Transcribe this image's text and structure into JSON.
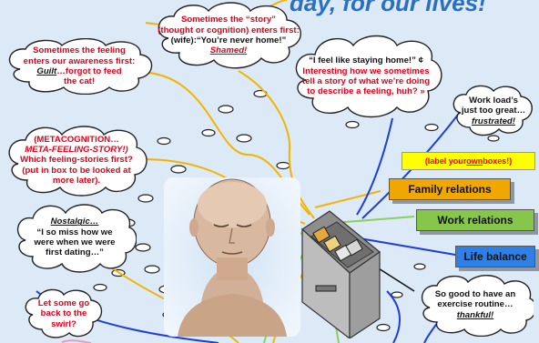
{
  "title": "day, for our lives!",
  "clouds": {
    "story": {
      "line1": "Sometimes the “story”",
      "line2": "(thought or cognition) enters first:",
      "line3": "(wife):“You’re never home!”",
      "line4": "Shamed!"
    },
    "feeling": {
      "line1": "Sometimes the feeling",
      "line2": "enters our awareness first:",
      "line3a": "Guilt",
      "line3b": "…forgot to feed",
      "line4": "the cat!"
    },
    "staying": {
      "line1": "“I feel like staying home!” ¢",
      "line2": "Interesting how we sometimes",
      "line3": "tell a story of what we’re doing",
      "line4": "to describe a feeling, huh? »"
    },
    "workload": {
      "line1": "Work load’s",
      "line2": "just too great…",
      "line3": "frustrated!"
    },
    "meta": {
      "line1": "(METACOGNITION…",
      "line2": "META-FEELING-STORY!)",
      "line3": "Which feeling-stories first?",
      "line4": "(put in box to be looked at",
      "line5": "more later)."
    },
    "nostalgic": {
      "line1": "Nostalgic…",
      "line2": "“I so miss how we",
      "line3": "were when we were",
      "line4": "first dating…”"
    },
    "swirl": {
      "line1": "Let some go",
      "line2": "back to the",
      "line3": "swirl?"
    },
    "exercise": {
      "line1": "So good to have an",
      "line2": "exercise routine…",
      "line3": "thankful!"
    }
  },
  "note": {
    "prefix": "(label your ",
    "own": "own",
    "suffix": " boxes!)"
  },
  "labels": {
    "family": "Family relations",
    "work": "Work relations",
    "life": "Life balance"
  },
  "colors": {
    "background": "#dce9f7",
    "title": "#2b6fc2",
    "red_text": "#e2001a",
    "family_box": "#f0a800",
    "work_box": "#86c64a",
    "life_box": "#2f80e6",
    "note_box": "#ffff00",
    "line_orange": "#f2b400",
    "line_green": "#8ccf5c",
    "line_blue": "#1e3ed8"
  },
  "icons": {
    "sleeping_person": "sleeping-person-face-icon",
    "file_cabinet": "open-file-drawer-icon"
  }
}
